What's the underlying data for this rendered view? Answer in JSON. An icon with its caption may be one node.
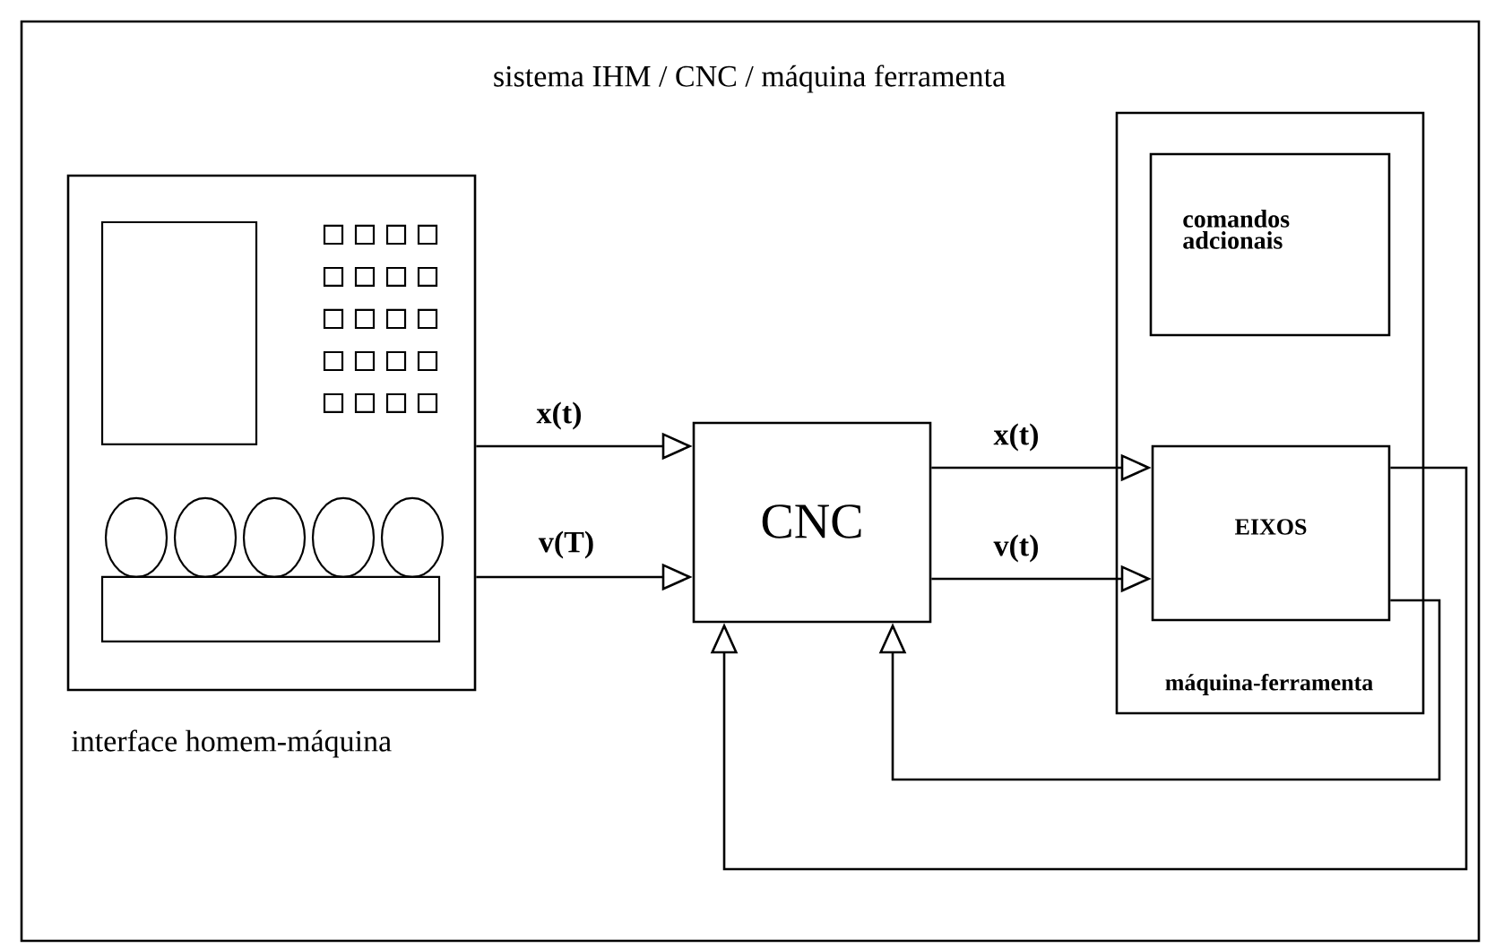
{
  "diagram": {
    "nodes": [
      {
        "text": [
          "sistema IHM / CNC / máquina ferramenta"
        ]
      },
      {
        "text": [
          "interface homem-máquina"
        ],
        "in": 0
      },
      {
        "text": [
          "CNC"
        ],
        "in": 0
      },
      {
        "text": [
          "máquina-ferramenta"
        ],
        "in": 0
      },
      {
        "text": [
          "comandos adcionais"
        ],
        "in": 3
      },
      {
        "text": [
          "EIXOS"
        ],
        "in": 3
      }
    ],
    "edges": [
      {
        "from": 1,
        "to": 2,
        "arrow": "to",
        "label": "x(t)"
      },
      {
        "from": 1,
        "to": 2,
        "arrow": "to",
        "label": "v(T)"
      },
      {
        "from": 2,
        "to": 5,
        "arrow": "to",
        "label": "x(t)"
      },
      {
        "from": 2,
        "to": 5,
        "arrow": "to",
        "label": "v(t)"
      },
      {
        "from": 5,
        "to": 2,
        "arrow": "to"
      },
      {
        "from": 5,
        "to": 2,
        "arrow": "to"
      }
    ]
  }
}
